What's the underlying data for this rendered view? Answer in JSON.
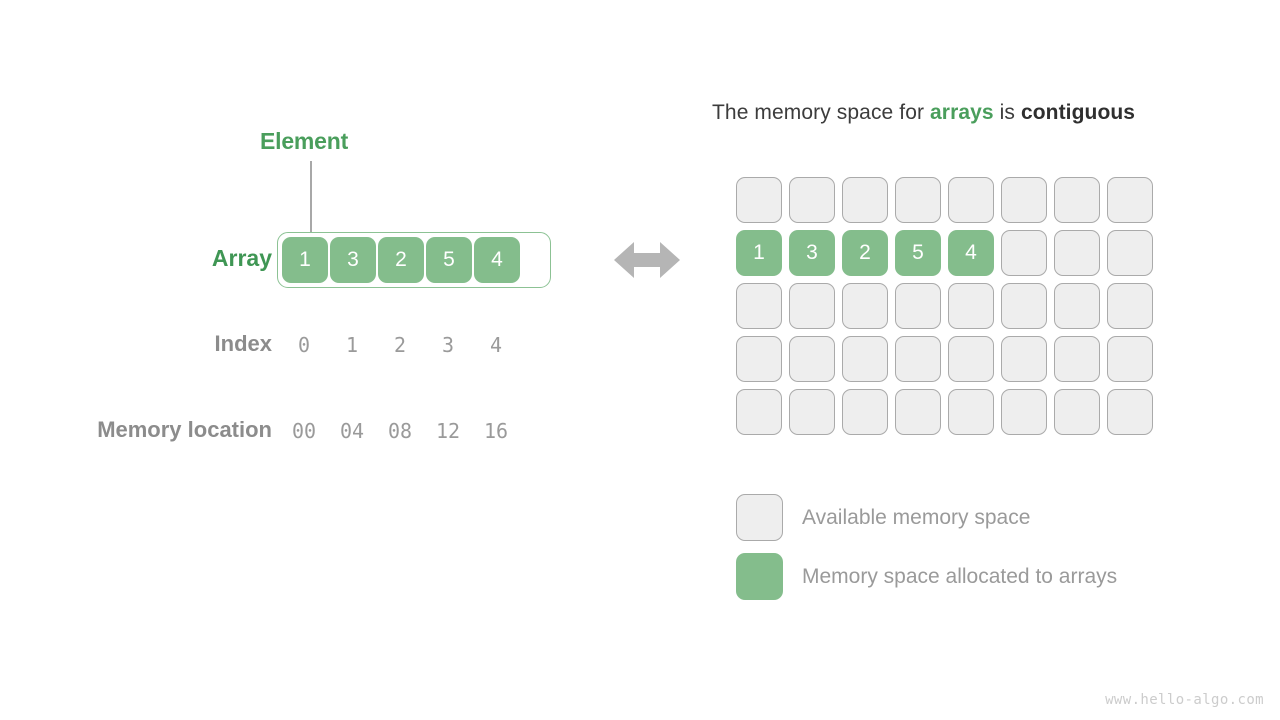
{
  "left_panel": {
    "element_label": "Element",
    "array_label": "Array",
    "index_label": "Index",
    "memory_label": "Memory location",
    "array_values": [
      "1",
      "3",
      "2",
      "5",
      "4"
    ],
    "index_values": [
      "0",
      "1",
      "2",
      "3",
      "4"
    ],
    "memory_values": [
      "00",
      "04",
      "08",
      "12",
      "16"
    ]
  },
  "arrow": {
    "name": "double-headed-arrow",
    "color": "#b5b5b5"
  },
  "right_panel": {
    "title_part1": "The memory space for ",
    "title_highlight": "arrays",
    "title_part2": " is ",
    "title_bold": "contiguous",
    "grid": {
      "columns": 8,
      "rows": 5,
      "filled_row_index": 1,
      "filled_values": [
        "1",
        "3",
        "2",
        "5",
        "4"
      ]
    },
    "legend": [
      {
        "swatch": "empty",
        "label": "Available memory space"
      },
      {
        "swatch": "filled",
        "label": "Memory space allocated to arrays"
      }
    ]
  },
  "watermark": "www.hello-algo.com",
  "colors": {
    "green_fill": "#84bd8c",
    "green_text": "#4a9e5c",
    "green_border": "#8cc294",
    "gray_text": "#9a9a9a",
    "gray_label": "#8c8c8c",
    "empty_fill": "#eeeeee",
    "empty_border": "#aaaaaa",
    "arrow": "#b5b5b5",
    "title_text": "#3c3c3c"
  }
}
